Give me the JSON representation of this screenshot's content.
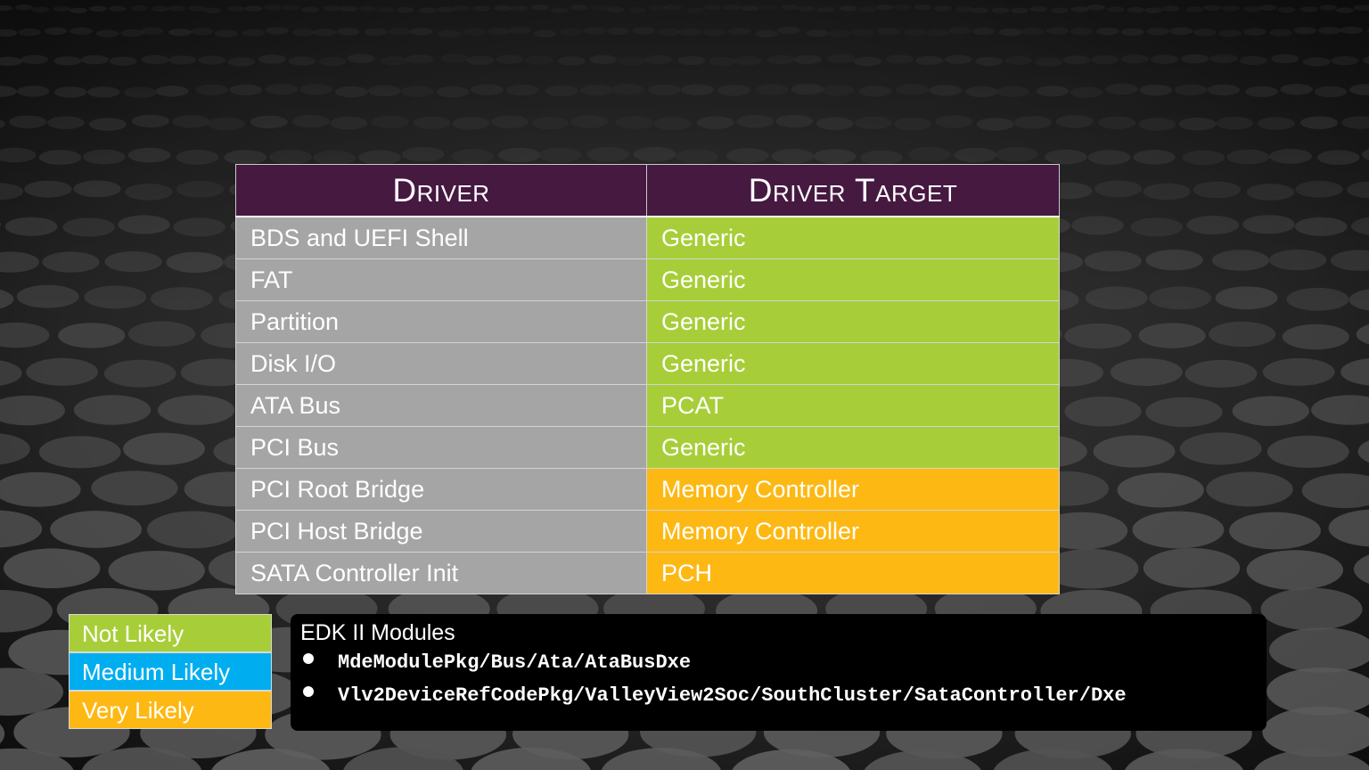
{
  "table": {
    "headers": [
      "Driver",
      "Driver Target"
    ],
    "rows": [
      {
        "driver": "BDS and UEFI Shell",
        "target": "Generic",
        "likelihood": "not"
      },
      {
        "driver": "FAT",
        "target": "Generic",
        "likelihood": "not"
      },
      {
        "driver": "Partition",
        "target": "Generic",
        "likelihood": "not"
      },
      {
        "driver": "Disk I/O",
        "target": "Generic",
        "likelihood": "not"
      },
      {
        "driver": "ATA Bus",
        "target": "PCAT",
        "likelihood": "not"
      },
      {
        "driver": "PCI Bus",
        "target": "Generic",
        "likelihood": "not"
      },
      {
        "driver": "PCI Root Bridge",
        "target": "Memory Controller",
        "likelihood": "very"
      },
      {
        "driver": "PCI Host Bridge",
        "target": "Memory Controller",
        "likelihood": "very"
      },
      {
        "driver": "SATA Controller Init",
        "target": "PCH",
        "likelihood": "very"
      }
    ]
  },
  "legend": [
    {
      "key": "not",
      "label": "Not Likely",
      "color": "#a7ce38"
    },
    {
      "key": "medium",
      "label": "Medium Likely",
      "color": "#00aeef"
    },
    {
      "key": "very",
      "label": "Very Likely",
      "color": "#fdb813"
    }
  ],
  "modules": {
    "title": "EDK II Modules",
    "items": [
      "MdeModulePkg/Bus/Ata/AtaBusDxe",
      "Vlv2DeviceRefCodePkg/ValleyView2Soc/SouthCluster/SataController/Dxe"
    ]
  },
  "colors": {
    "header_bg": "#461941",
    "driver_cell_bg": "#a5a5a5",
    "not_likely": "#a7ce38",
    "medium_likely": "#00aeef",
    "very_likely": "#fdb813",
    "modules_bg": "#000000"
  }
}
